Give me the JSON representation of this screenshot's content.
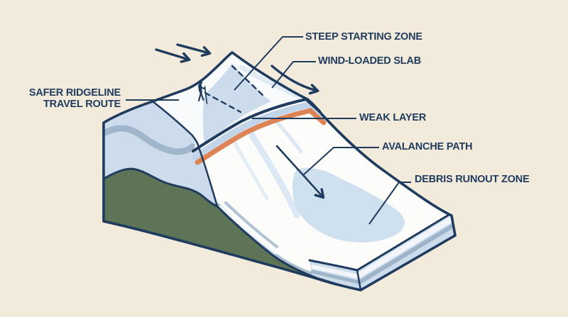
{
  "diagram": {
    "title": "Avalanche terrain cross-section diagram",
    "labels": {
      "steep_starting_zone": "STEEP STARTING ZONE",
      "wind_loaded_slab": "WIND-LOADED SLAB",
      "safer_ridgeline_line1": "SAFER RIDGELINE",
      "safer_ridgeline_line2": "TRAVEL ROUTE",
      "weak_layer": "WEAK LAYER",
      "avalanche_path": "AVALANCHE PATH",
      "debris_runout_zone": "DEBRIS RUNOUT ZONE"
    },
    "icons": {
      "wind_arrows": "two straight arrows and one curved arrow pointing down-slope (wind direction)",
      "hiker": "small hiker figure with trekking pole on ridgeline",
      "slide_arrow": "arrow down the slope showing avalanche flow direction"
    },
    "colors": {
      "cream": "#f2ebdc",
      "navy": "#1f3b5d",
      "snow": "#fcfcfb",
      "bench": "#f8fafc",
      "slab": "#ccdcec",
      "band": "#9db4c9",
      "orange": "#dd8456",
      "green": "#5e7457",
      "debris": "#cfe0ee",
      "streak": "#dce8f3"
    }
  }
}
